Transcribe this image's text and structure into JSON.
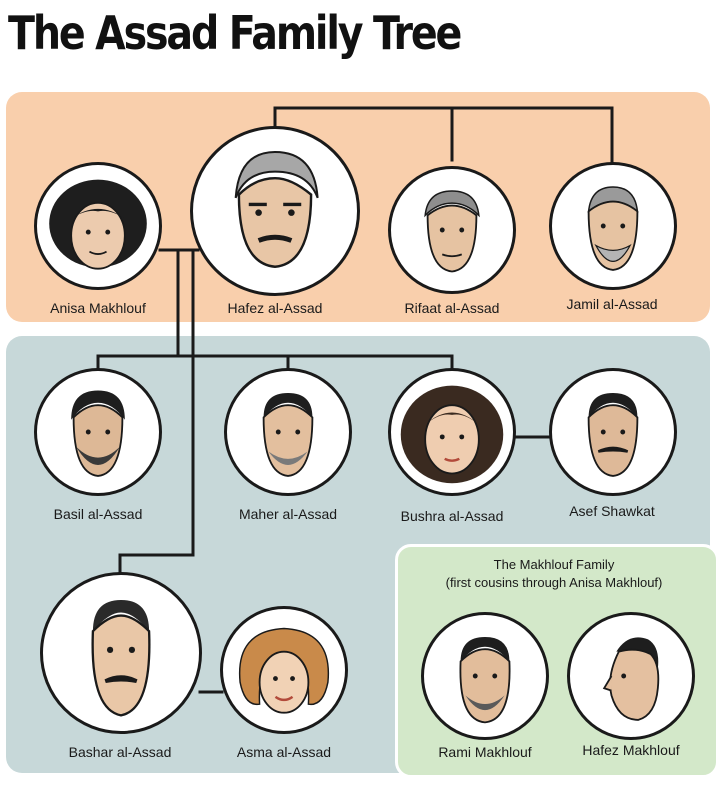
{
  "title": "The Assad Family Tree",
  "people": {
    "anisa": "Anisa Makhlouf",
    "hafez": "Hafez al-Assad",
    "rifaat": "Rifaat al-Assad",
    "jamil": "Jamil al-Assad",
    "basil": "Basil al-Assad",
    "maher": "Maher al-Assad",
    "bushra": "Bushra al-Assad",
    "asef": "Asef Shawkat",
    "bashar": "Bashar al-Assad",
    "asma": "Asma al-Assad",
    "rami": "Rami Makhlouf",
    "hafez_m": "Hafez Makhlouf"
  },
  "makhlouf_box": {
    "title": "The Makhlouf Family",
    "subtitle": "(first cousins through Anisa Makhlouf)"
  },
  "colors": {
    "parents_panel": "#f9cfac",
    "children_panel": "#c7d8d9",
    "makhlouf_panel": "#d3e8c9",
    "line": "#1a1a1a"
  }
}
